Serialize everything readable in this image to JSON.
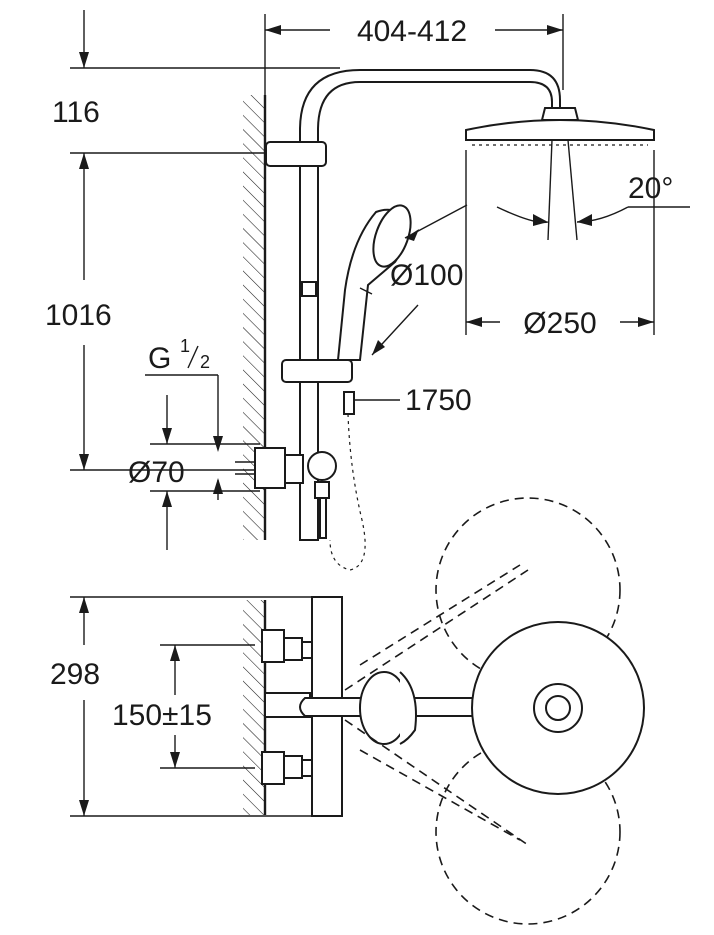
{
  "dimensions": {
    "arm_reach": "404-412",
    "top_height": "116",
    "rail_height": "1016",
    "inlet_thread": "G",
    "inlet_thread_frac_num": "1",
    "inlet_thread_frac_den": "2",
    "flange_diameter": "Ø70",
    "hand_shower_diameter": "Ø100",
    "head_shower_diameter": "Ø250",
    "spray_angle": "20°",
    "hose_length": "1750",
    "mixer_height": "298",
    "inlet_spacing": "150±15"
  },
  "colors": {
    "line": "#1a1a1a",
    "background": "#ffffff"
  }
}
